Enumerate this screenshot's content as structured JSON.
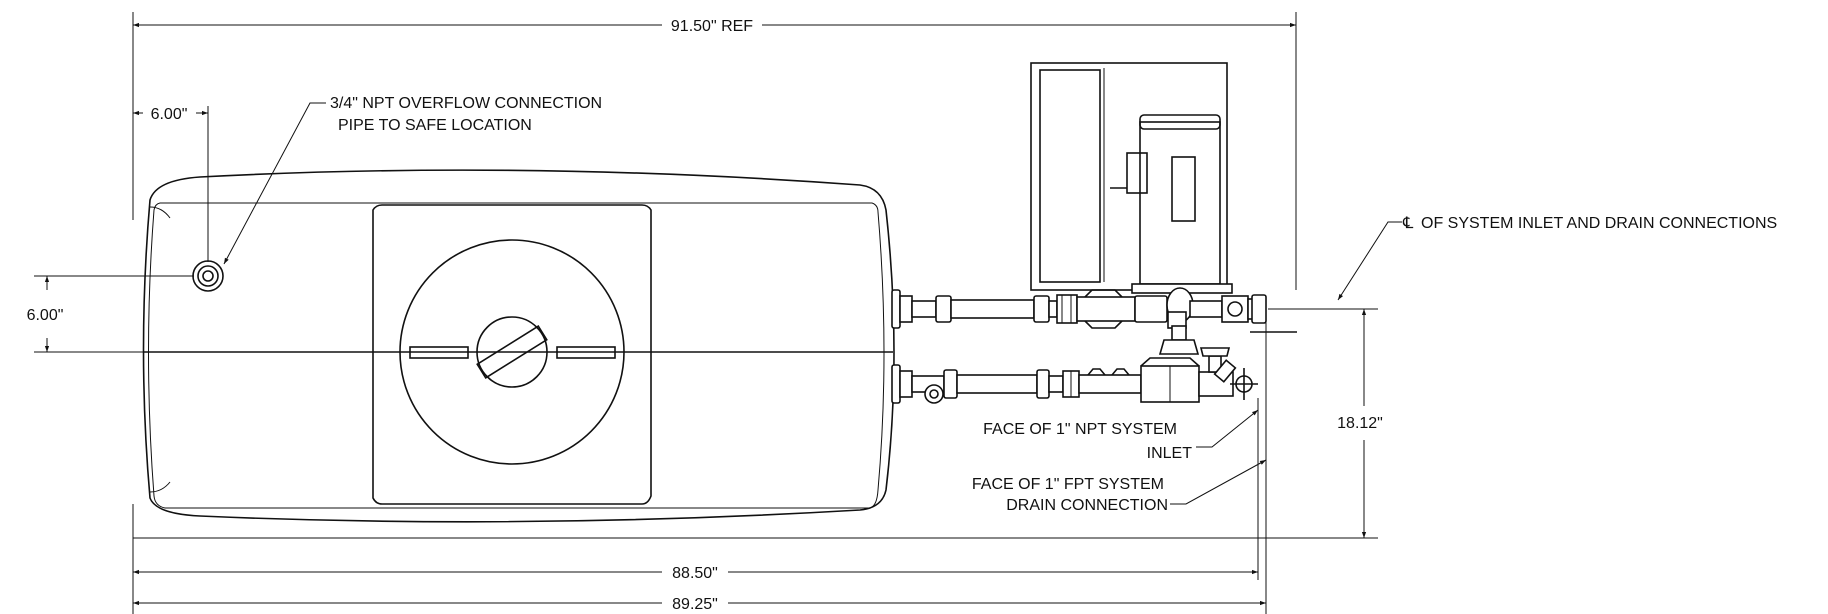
{
  "dimensions": {
    "overall_ref": "91.50\" REF",
    "left_to_overflow": "6.00\"",
    "overflow_vertical_offset": "6.00\"",
    "to_inlet_face": "88.50\"",
    "to_drain_face": "89.25\"",
    "centerline_to_drain": "18.12\""
  },
  "callouts": {
    "overflow_line1": "3/4\" NPT OVERFLOW CONNECTION",
    "overflow_line2": "PIPE TO SAFE LOCATION",
    "centerline_symbol": "℄",
    "centerline_text": "OF SYSTEM INLET AND DRAIN CONNECTIONS",
    "inlet_line1": "FACE OF 1\" NPT SYSTEM",
    "inlet_line2": "INLET",
    "drain_line1": "FACE OF 1\" FPT SYSTEM",
    "drain_line2": "DRAIN CONNECTION"
  }
}
